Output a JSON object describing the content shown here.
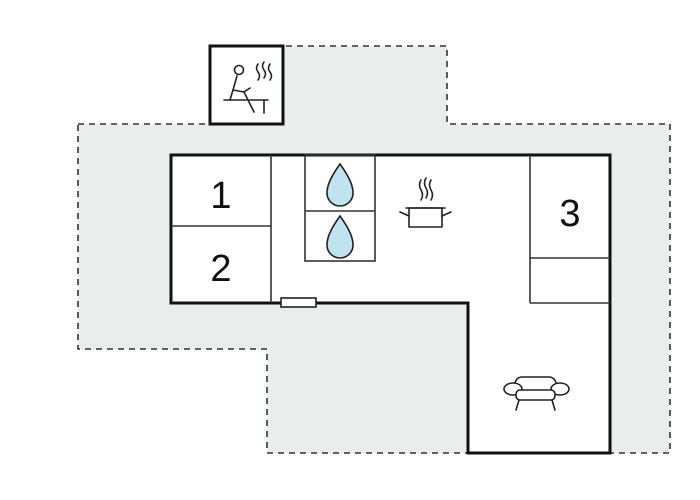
{
  "floorplan": {
    "rooms": [
      {
        "number": "1"
      },
      {
        "number": "2"
      },
      {
        "number": "3"
      }
    ],
    "icons": {
      "sauna": "sauna-icon",
      "bathroom_1": "water-drop-icon",
      "bathroom_2": "water-drop-icon",
      "kitchen": "cooking-pot-icon",
      "living_room": "armchair-icon",
      "door": "door-icon"
    },
    "colors": {
      "terrace_fill": "#e9edec",
      "wall": "#111111",
      "water_drop": "#bfe3ef",
      "background": "#ffffff"
    }
  }
}
